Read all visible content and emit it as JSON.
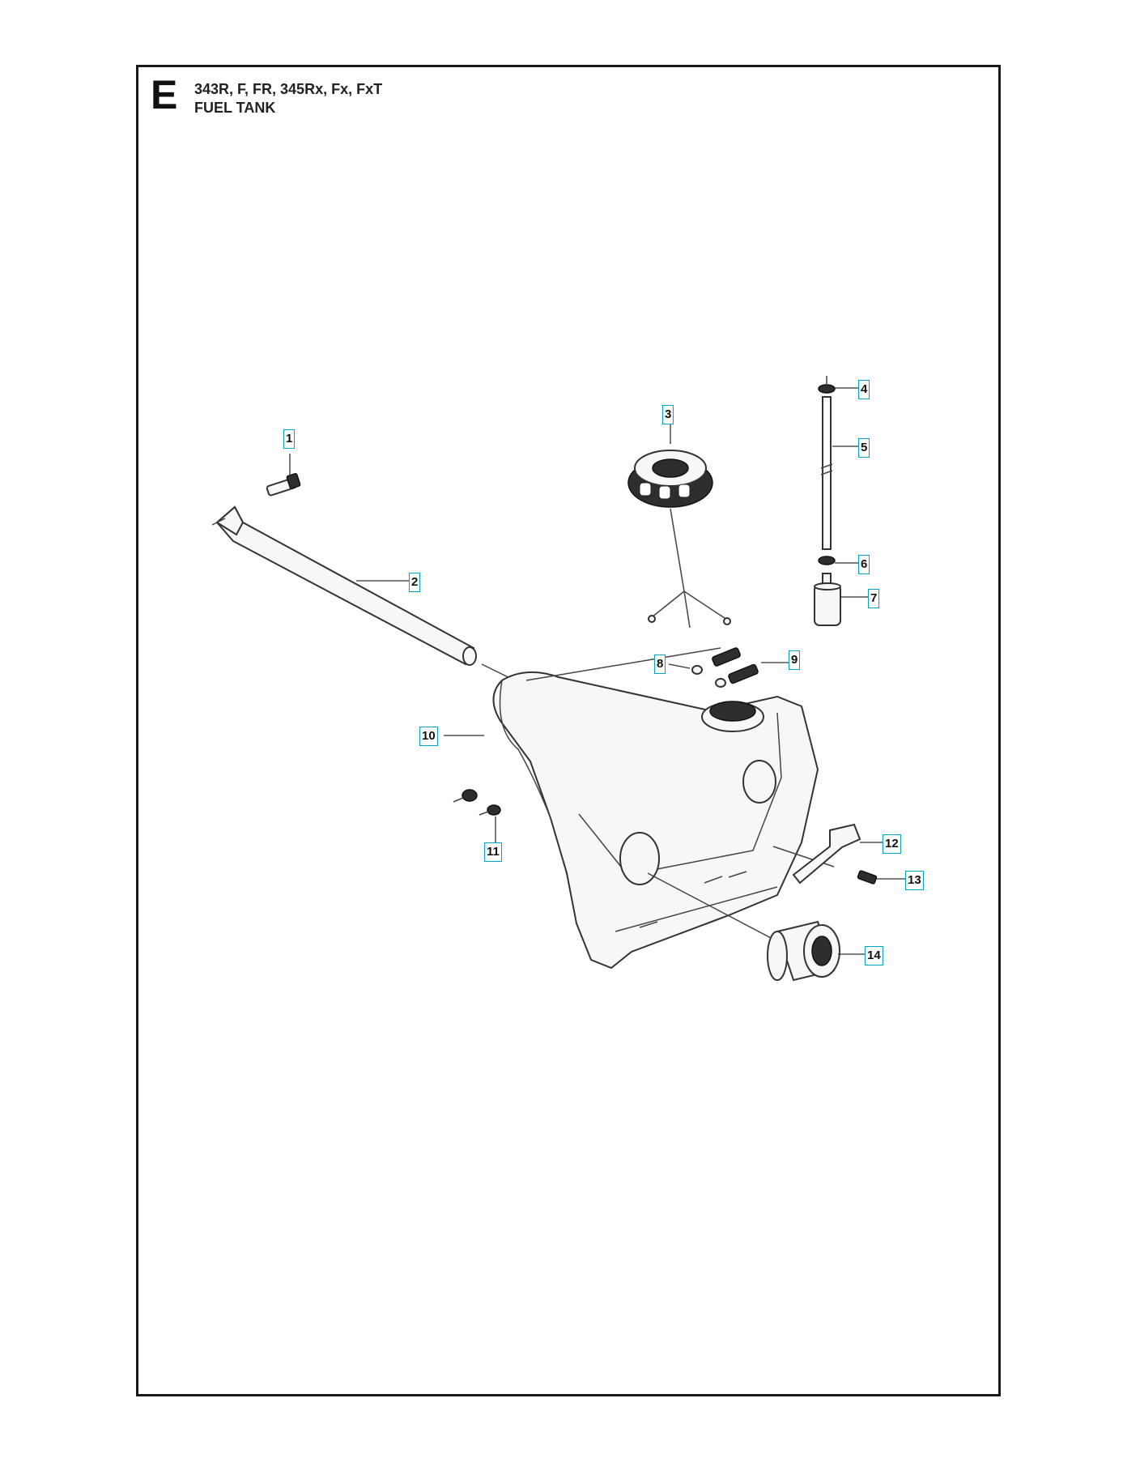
{
  "header": {
    "section_letter": "E",
    "models": "343R, F, FR, 345Rx, Fx, FxT",
    "title": "FUEL TANK"
  },
  "callouts": [
    "1",
    "2",
    "3",
    "4",
    "5",
    "6",
    "7",
    "8",
    "9",
    "10",
    "11",
    "12",
    "13",
    "14"
  ],
  "colors": {
    "callout_border": "#00a6c9",
    "frame": "#1a1a1a"
  }
}
